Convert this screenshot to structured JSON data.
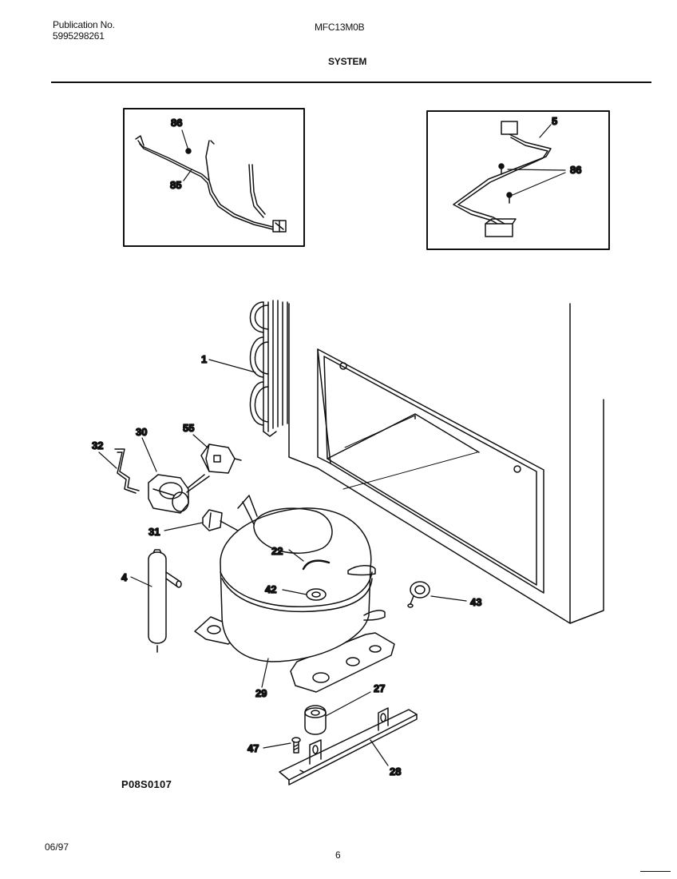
{
  "header": {
    "publication_label": "Publication No.",
    "publication_number": "5995298261",
    "model": "MFC13M0B",
    "section": "SYSTEM"
  },
  "callouts": {
    "c86a": "86",
    "c85": "85",
    "c5": "5",
    "c86b": "86",
    "c1": "1",
    "c30": "30",
    "c55": "55",
    "c32": "32",
    "c31": "31",
    "c22": "22",
    "c4": "4",
    "c42": "42",
    "c43": "43",
    "c29": "29",
    "c27": "27",
    "c47": "47",
    "c28": "28"
  },
  "footer": {
    "reference_code": "P08S0107",
    "date": "06/97",
    "page": "6"
  }
}
